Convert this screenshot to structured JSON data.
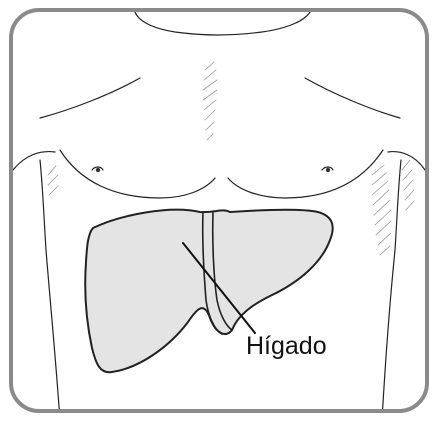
{
  "organ_label": "Hígado",
  "colors": {
    "frame": "#8a8a8a",
    "outline": "#222222",
    "organ_fill": "#e4e4e4",
    "shading": "#9a9a9a"
  },
  "icons": [
    "torso-illustration",
    "liver-shape",
    "leader-line"
  ]
}
